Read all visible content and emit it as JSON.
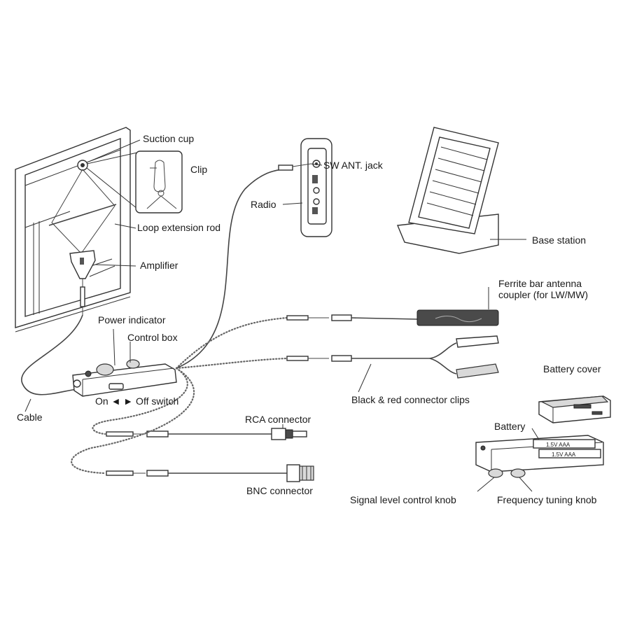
{
  "labels": {
    "suction_cup": "Suction cup",
    "clip": "Clip",
    "loop_extension_rod": "Loop extension rod",
    "amplifier": "Amplifier",
    "power_indicator": "Power indicator",
    "control_box": "Control box",
    "cable": "Cable",
    "on_off_switch": "On ◄ ► Off switch",
    "radio": "Radio",
    "sw_ant_jack": "SW ANT. jack",
    "base_station": "Base station",
    "ferrite_line1": "Ferrite bar antenna",
    "ferrite_line2": "coupler (for LW/MW)",
    "black_red_clips": "Black & red connector clips",
    "battery_cover": "Battery cover",
    "battery": "Battery",
    "rca_connector": "RCA connector",
    "bnc_connector": "BNC connector",
    "signal_level_knob": "Signal level control knob",
    "frequency_knob": "Frequency tuning knob",
    "battery_text_1": "1.5V  AAA",
    "battery_text_2": "1.5V  AAA"
  }
}
